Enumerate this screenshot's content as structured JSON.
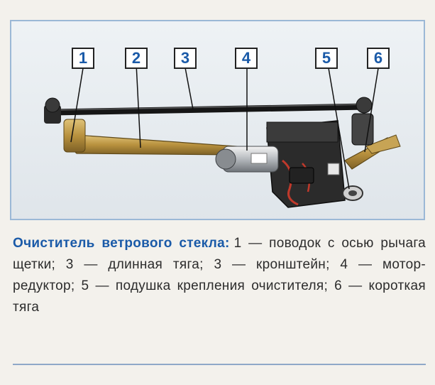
{
  "figure": {
    "callouts": [
      "1",
      "2",
      "3",
      "4",
      "5",
      "6"
    ]
  },
  "caption": {
    "title": "Очиститель ветрового стекла:",
    "text": "1 — поводок с осью рычага щетки; 3 — длинная тяга;  3 — кронштейн;  4 — мотор-редуктор; 5 — подушка крепления очистителя; 6 — короткая тяга"
  },
  "colors": {
    "accent": "#1a5aa8",
    "frame": "#9bb8d6"
  }
}
